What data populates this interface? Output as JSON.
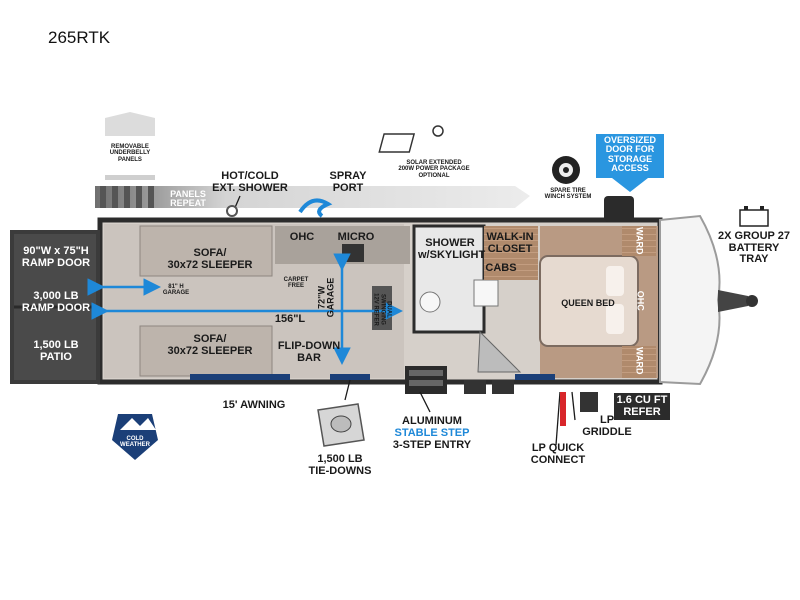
{
  "title": "265RTK",
  "callouts": {
    "removable_underbelly": "REMOVABLE\nUNDERBELLY\nPANELS",
    "panels_repeat": "PANELS\nREPEAT",
    "hot_cold_shower": "HOT/COLD\nEXT. SHOWER",
    "spray_port": "SPRAY\nPORT",
    "solar": "SOLAR EXTENDED\n200W POWER PACKAGE\nOPTIONAL",
    "spare_tire": "SPARE TIRE\nWINCH SYSTEM",
    "oversized_door": "OVERSIZED\nDOOR FOR\nSTORAGE\nACCESS",
    "battery_tray": "2X GROUP 27\nBATTERY\nTRAY",
    "refer_16": "1.6 CU FT\nREFER",
    "lp_griddle": "LP\nGRIDDLE",
    "lp_quick_connect": "LP QUICK\nCONNECT",
    "aluminum_prefix": "ALUMINUM",
    "stable_step": "STABLE STEP",
    "entry": "3-STEP ENTRY",
    "tie_downs": "1,500 LB\nTIE-DOWNS",
    "awning": "15' AWNING",
    "cold_weather": "COLD WEATHER"
  },
  "rooms": {
    "ramp_door_size": "90\"W x 75\"H\nRAMP DOOR",
    "ramp_door_capacity": "3,000 LB\nRAMP DOOR",
    "patio": "1,500 LB\nPATIO",
    "sofa_top": "SOFA/\n30x72 SLEEPER",
    "sofa_bottom": "SOFA/\n30x72 SLEEPER",
    "garage_height": "81\" H\nGARAGE",
    "carpet_free": "CARPET\nFREE",
    "garage_width": "72\"W\nGARAGE",
    "garage_length": "156\"L",
    "flip_down_bar": "FLIP-DOWN\nBAR",
    "ohc_kitchen": "OHC",
    "micro": "MICRO",
    "dual_swinging_refer": "DUAL\nSWINGING\n12V REFER",
    "shower": "SHOWER\nw/SKYLIGHT",
    "walk_in_closet": "WALK-IN\nCLOSET",
    "cabs": "CABS",
    "queen_bed": "QUEEN BED",
    "ward_top": "WARD",
    "ward_bottom": "WARD",
    "ohc_bedroom": "OHC"
  },
  "colors": {
    "accent_blue": "#1e88d8",
    "callout_blue": "#2a96e0",
    "navy": "#1b3f78",
    "wall": "#2c2c2c",
    "floor": "#c9c2bc",
    "wood": "#a47b5e"
  }
}
